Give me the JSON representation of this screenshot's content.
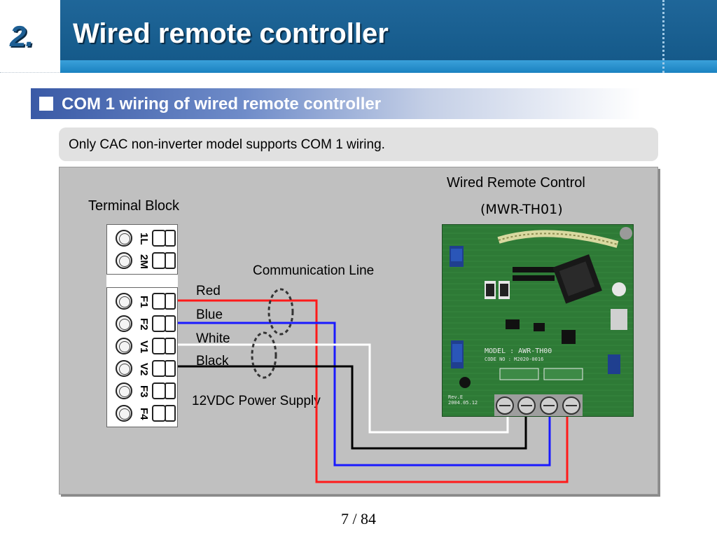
{
  "header": {
    "number": "2.",
    "title": "Wired remote controller"
  },
  "section": {
    "title": "COM 1 wiring of wired remote controller"
  },
  "note": {
    "text": "Only CAC non-inverter model supports COM 1 wiring."
  },
  "diagram": {
    "terminal_block_label": "Terminal Block",
    "remote_label": "Wired Remote Control",
    "remote_model": "(MWR-TH01)",
    "communication_label": "Communication Line",
    "power_label": "12VDC Power Supply",
    "wire_labels": [
      "Red",
      "Blue",
      "White",
      "Black"
    ],
    "wire_colors": [
      "#ff1a1a",
      "#1a1aff",
      "#ffffff",
      "#000000"
    ],
    "terminals_top": [
      "1L",
      "2M"
    ],
    "terminals_bottom": [
      "F1",
      "F2",
      "V1",
      "V2",
      "F3",
      "F4"
    ],
    "pcb": {
      "model_text": "MODEL : AWR-TH00",
      "code_text": "CODE NO : M2020-0016",
      "rev_text": "Rev.E",
      "date_text": "2004.05.12"
    }
  },
  "footer": {
    "page": "7 / 84"
  }
}
